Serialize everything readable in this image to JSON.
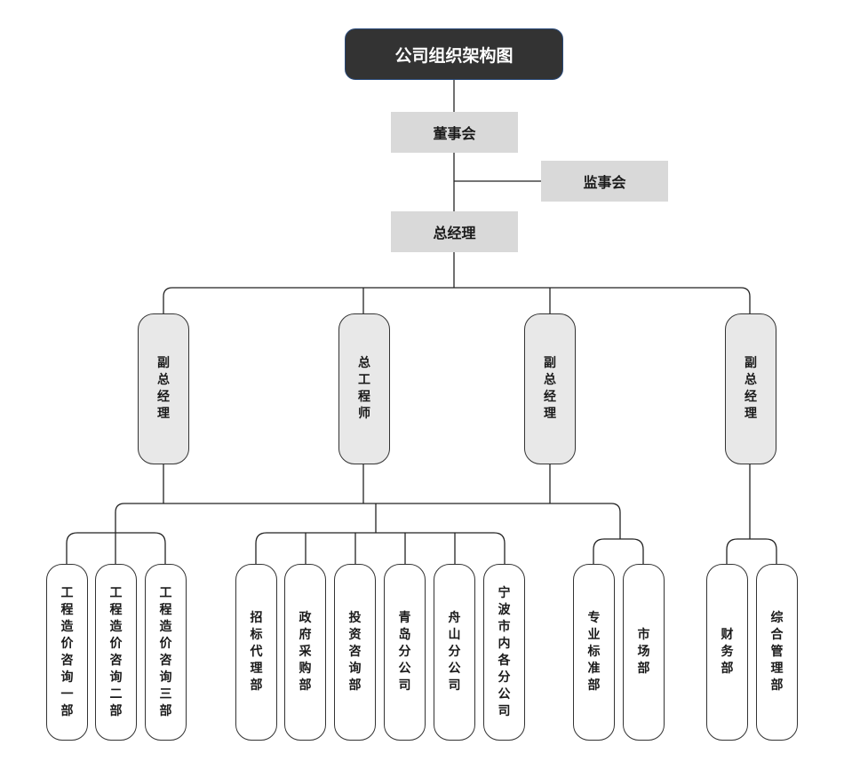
{
  "title": "公司组织架构图",
  "board": "董事会",
  "supervisory_board": "监事会",
  "general_manager": "总经理",
  "vps": [
    "副总经理",
    "总工程师",
    "副总经理",
    "副总经理"
  ],
  "departments": [
    "工程造价咨询一部",
    "工程造价咨询二部",
    "工程造价咨询三部",
    "招标代理部",
    "政府采购部",
    "投资咨询部",
    "青岛分公司",
    "舟山分公司",
    "宁波市内各分公司",
    "专业标准部",
    "市场部",
    "财务部",
    "综合管理部"
  ]
}
